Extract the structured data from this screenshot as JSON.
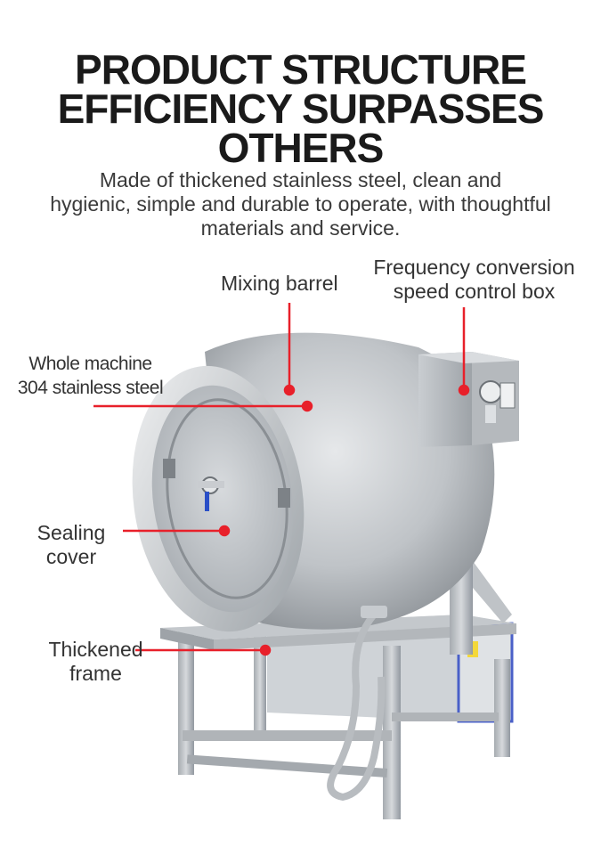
{
  "heading": {
    "line1": "PRODUCT STRUCTURE",
    "line2": "EFFICIENCY SURPASSES",
    "line3": "OTHERS"
  },
  "description": {
    "line1": "Made of thickened stainless steel, clean and",
    "line2": "hygienic, simple and durable to operate, with thoughtful",
    "line3": "materials and service."
  },
  "callouts": {
    "mixing_barrel": "Mixing barrel",
    "control_box_line1": "Frequency conversion",
    "control_box_line2": "speed control box",
    "material_line1": "Whole machine",
    "material_line2": "304 stainless steel",
    "sealing_line1": "Sealing",
    "sealing_line2": "cover",
    "frame_line1": "Thickened",
    "frame_line2": "frame"
  },
  "colors": {
    "callout_line": "#e8202a",
    "steel": "#b9bcc0"
  }
}
